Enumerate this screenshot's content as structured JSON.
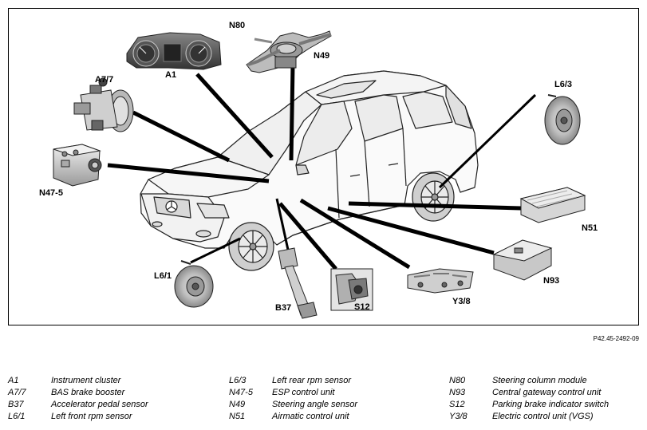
{
  "figure_code": "P42.45-2492-09",
  "components": [
    {
      "code": "N80",
      "label": "N80",
      "icon": "steering-column-module-icon"
    },
    {
      "code": "N49",
      "label": "N49",
      "icon": "steering-angle-sensor-icon"
    },
    {
      "code": "A1",
      "label": "A1",
      "icon": "instrument-cluster-icon"
    },
    {
      "code": "A7/7",
      "label": "A7/7",
      "icon": "brake-booster-icon"
    },
    {
      "code": "N47-5",
      "label": "N47-5",
      "icon": "esp-control-unit-icon"
    },
    {
      "code": "L6/3",
      "label": "L6/3",
      "icon": "rear-brake-disc-icon"
    },
    {
      "code": "N51",
      "label": "N51",
      "icon": "airmatic-control-unit-icon"
    },
    {
      "code": "N93",
      "label": "N93",
      "icon": "gateway-control-unit-icon"
    },
    {
      "code": "Y3/8",
      "label": "Y3/8",
      "icon": "electric-control-unit-icon"
    },
    {
      "code": "S12",
      "label": "S12",
      "icon": "parking-brake-switch-icon"
    },
    {
      "code": "B37",
      "label": "B37",
      "icon": "accelerator-pedal-icon"
    },
    {
      "code": "L6/1",
      "label": "L6/1",
      "icon": "front-brake-disc-icon"
    }
  ],
  "legend": [
    {
      "code": "A1",
      "description": "Instrument cluster"
    },
    {
      "code": "A7/7",
      "description": "BAS brake booster"
    },
    {
      "code": "B37",
      "description": "Accelerator pedal sensor"
    },
    {
      "code": "L6/1",
      "description": "Left front rpm sensor"
    },
    {
      "code": "L6/3",
      "description": "Left rear rpm sensor"
    },
    {
      "code": "N47-5",
      "description": "ESP control unit"
    },
    {
      "code": "N49",
      "description": "Steering angle sensor"
    },
    {
      "code": "N51",
      "description": "Airmatic control unit"
    },
    {
      "code": "N80",
      "description": "Steering column module"
    },
    {
      "code": "N93",
      "description": "Central gateway control unit"
    },
    {
      "code": "S12",
      "description": "Parking brake indicator switch"
    },
    {
      "code": "Y3/8",
      "description": "Electric control unit (VGS)"
    }
  ]
}
